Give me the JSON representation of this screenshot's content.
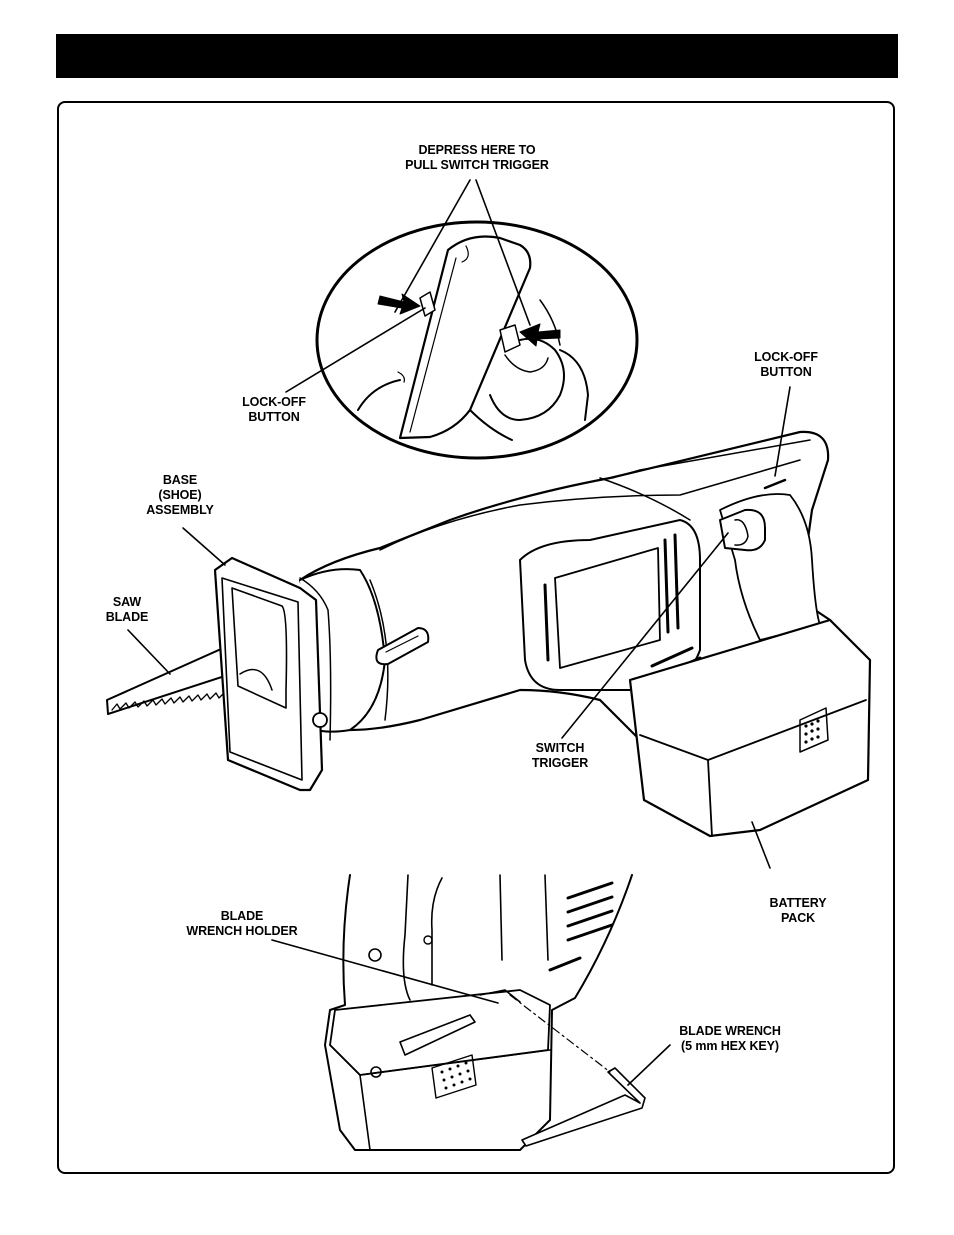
{
  "header": {
    "color": "#000000"
  },
  "labels": {
    "depress": "DEPRESS HERE TO\nPULL SWITCH TRIGGER",
    "lock_off_left": "LOCK-OFF\nBUTTON",
    "lock_off_right": "LOCK-OFF\nBUTTON",
    "base_shoe": "BASE\n(SHOE)\nASSEMBLY",
    "saw_blade": "SAW\nBLADE",
    "switch_trigger": "SWITCH\nTRIGGER",
    "battery_pack": "BATTERY\nPACK",
    "blade_wrench_holder": "BLADE\nWRENCH HOLDER",
    "blade_wrench": "BLADE WRENCH\n(5 mm HEX KEY)"
  }
}
